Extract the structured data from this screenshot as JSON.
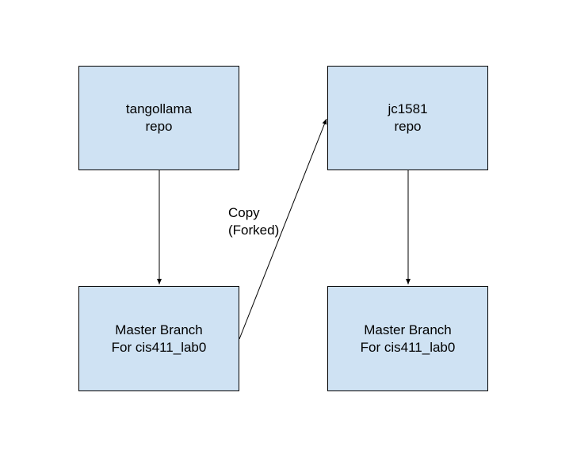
{
  "nodes": {
    "tangollama_repo": {
      "line1": "tangollama",
      "line2": "repo"
    },
    "jc1581_repo": {
      "line1": "jc1581",
      "line2": "repo"
    },
    "left_master": {
      "line1": "Master Branch",
      "line2": "For cis411_lab0"
    },
    "right_master": {
      "line1": "Master Branch",
      "line2": "For cis411_lab0"
    }
  },
  "edges": {
    "fork_label": {
      "line1": "Copy",
      "line2": "(Forked)"
    }
  },
  "colors": {
    "box_fill": "#cfe2f3",
    "stroke": "#000000"
  }
}
